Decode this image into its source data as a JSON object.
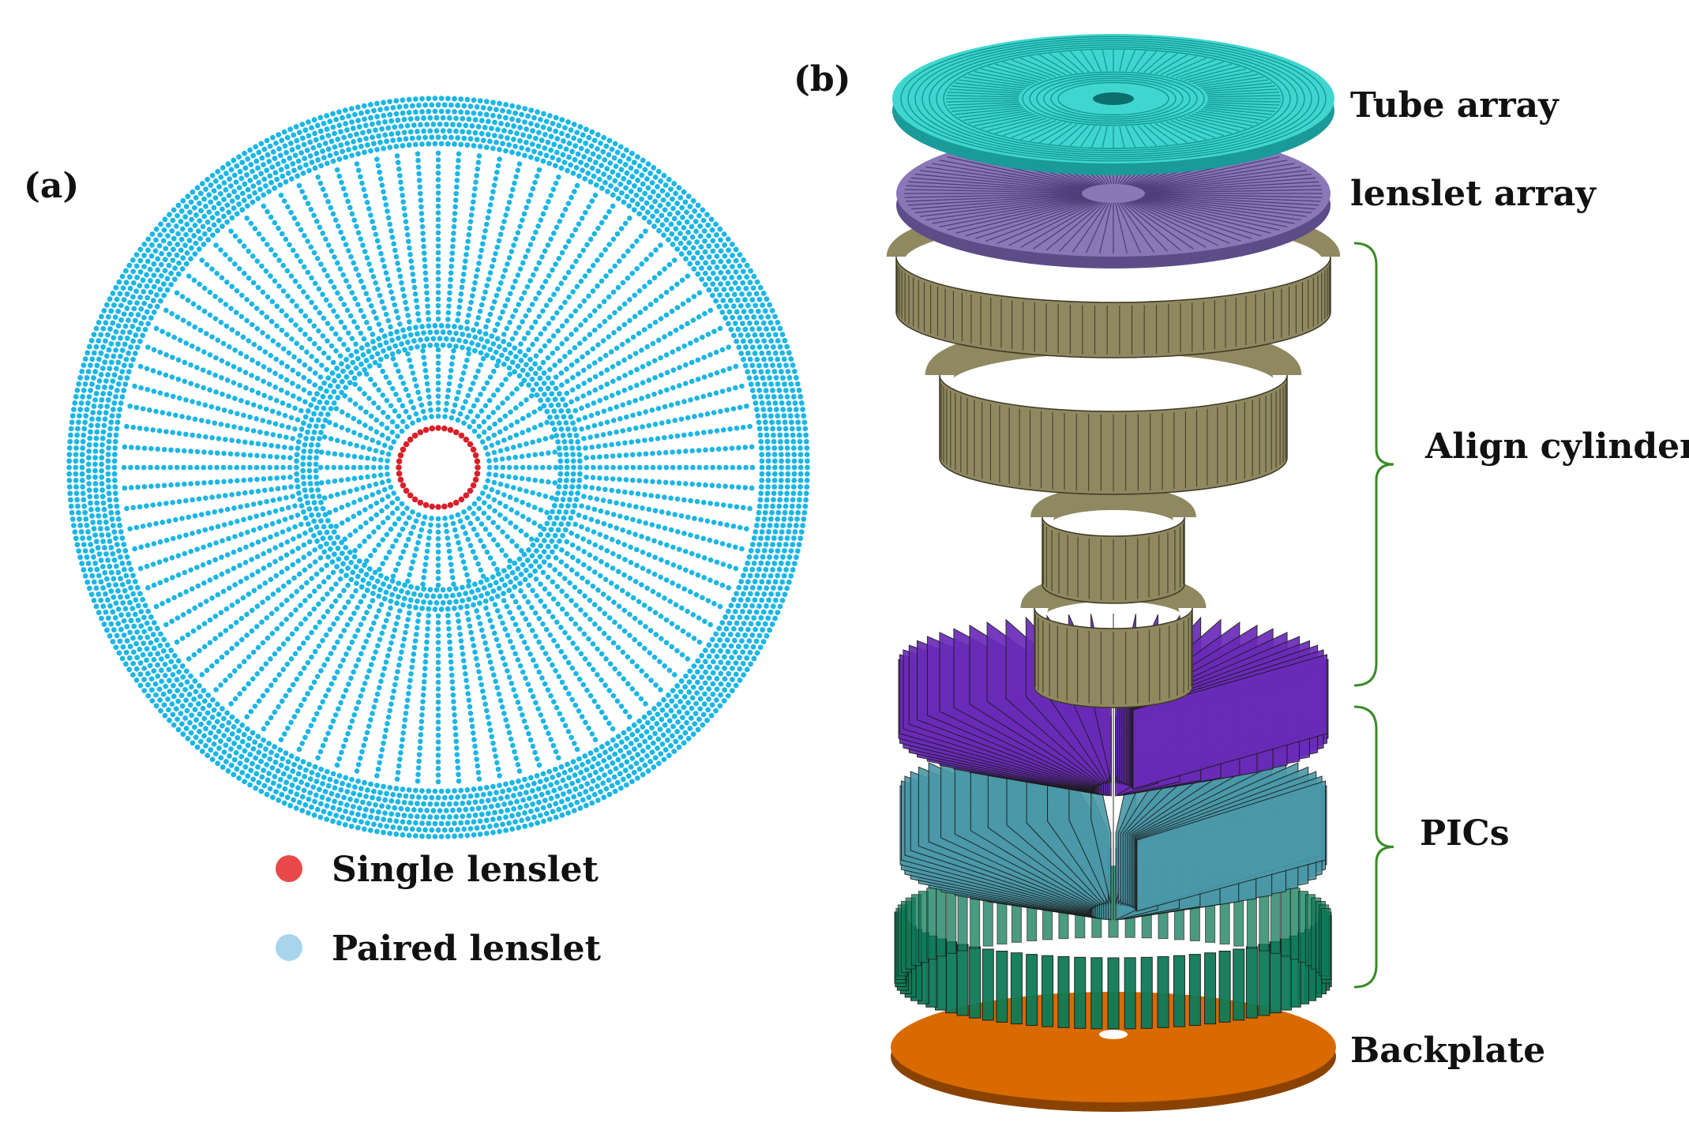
{
  "panel_a": {
    "label": "(a)",
    "legend": [
      {
        "label": "Single lenslet",
        "color": "#e8484a"
      },
      {
        "label": "Paired lenslet",
        "color": "#a8d4ee"
      }
    ],
    "colors": {
      "paired": "#1cb6e4",
      "single": "#d8202a"
    }
  },
  "panel_b": {
    "label": "(b)",
    "parts": [
      {
        "label": "Tube  array",
        "color": "#3fd6d0"
      },
      {
        "label": "lenslet  array",
        "color": "#8a78b6"
      },
      {
        "label": "Align cylinder",
        "color": "#8f8860"
      },
      {
        "label": "PICs",
        "color": "#6a2ab8"
      },
      {
        "label": "Backplate",
        "color": "#d96a00"
      }
    ],
    "brace_color": "#3a8a28",
    "colors": {
      "pic_mid": "#4a98a8",
      "pic_low": "#0e7a58"
    }
  }
}
